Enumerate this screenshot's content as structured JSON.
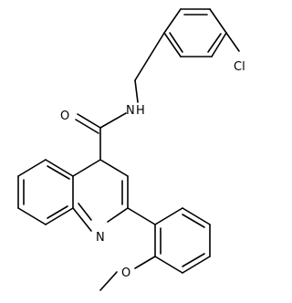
{
  "structure": {
    "atoms": {
      "cl": "Cl",
      "nh": "N",
      "nh_h": "H",
      "o_carbonyl": "O",
      "n_ring": "N",
      "o_methoxy": "O"
    }
  },
  "colors": {
    "bond": "#000000",
    "background": "#ffffff"
  }
}
